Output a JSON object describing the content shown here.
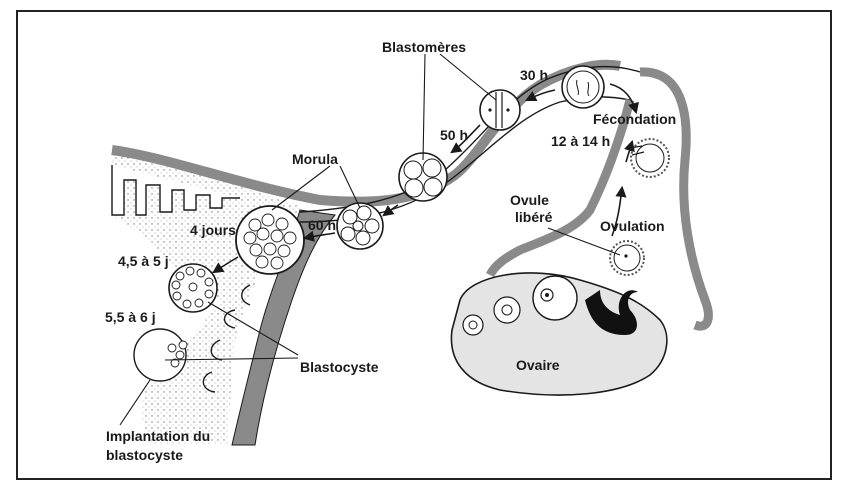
{
  "labels": {
    "blastomeres": "Blastomères",
    "h30": "30 h",
    "fecondation": "Fécondation",
    "h12_14": "12 à 14 h",
    "h50": "50 h",
    "morula": "Morula",
    "jours4": "4 jours",
    "h60": "60 h",
    "j4_5": "4,5 à 5 j",
    "j5_6": "5,5 à 6 j",
    "ovule_libere_1": "Ovule",
    "ovule_libere_2": "libéré",
    "ovulation": "Ovulation",
    "blastocyste": "Blastocyste",
    "ovaire": "Ovaire",
    "implantation_1": "Implantation du",
    "implantation_2": "blastocyste"
  },
  "colors": {
    "tube_wall": "#8a8a8a",
    "outline": "#1a1a1a",
    "uterine_tissue": "#cfcfcf",
    "ovary_fill": "#e4e4e4"
  }
}
